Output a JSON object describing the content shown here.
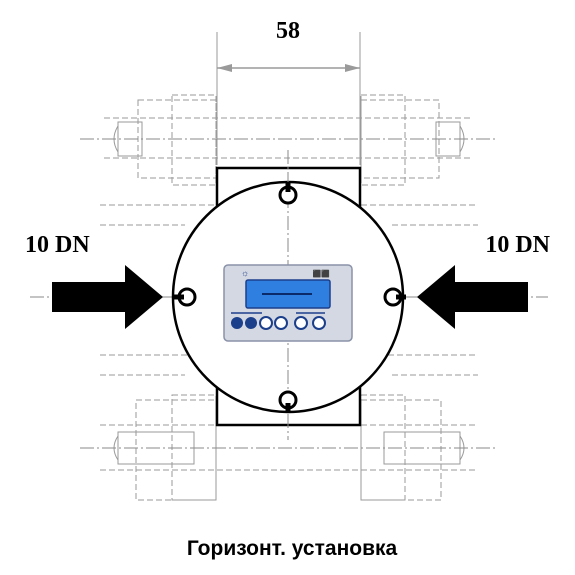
{
  "dimension": {
    "value": "58"
  },
  "labels": {
    "left": "10 DN",
    "right": "10 DN"
  },
  "display": {
    "left_mark": "☼",
    "right_mark": "⬛⬛"
  },
  "caption": "Горизонт. установка",
  "colors": {
    "outline": "#000000",
    "hidden_lines": "#9a9a9a",
    "display_frame": "#c7ccd8",
    "display_screen": "#2f7fe0",
    "display_buttons": "#1c3f8c"
  },
  "icons": {
    "left_arrow": "flow-arrow-right-icon",
    "right_arrow": "flow-arrow-left-icon"
  }
}
